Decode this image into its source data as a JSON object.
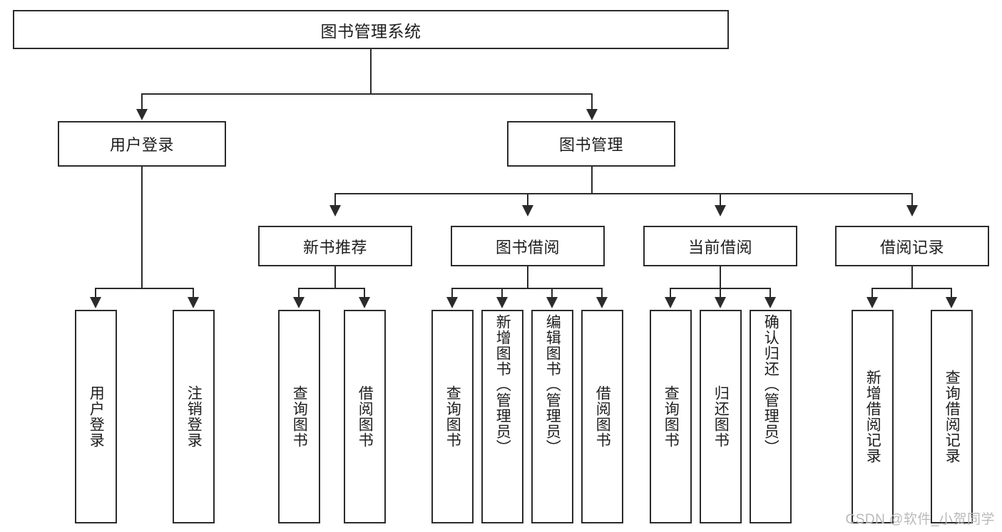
{
  "diagram": {
    "title": "图书管理系统",
    "type": "tree",
    "root": {
      "label": "图书管理系统"
    },
    "level2": [
      {
        "label": "用户登录"
      },
      {
        "label": "图书管理"
      }
    ],
    "level3": [
      {
        "label": "新书推荐"
      },
      {
        "label": "图书借阅"
      },
      {
        "label": "当前借阅"
      },
      {
        "label": "借阅记录"
      }
    ],
    "leaves": {
      "user_login": [
        {
          "label": "用户登录"
        },
        {
          "label": "注销登录"
        }
      ],
      "new_book_recommend": [
        {
          "label": "查询图书"
        },
        {
          "label": "借阅图书"
        }
      ],
      "book_borrow": [
        {
          "label": "查询图书"
        },
        {
          "label": "新增图书（管理员）"
        },
        {
          "label": "编辑图书（管理员）"
        },
        {
          "label": "借阅图书"
        }
      ],
      "current_borrow": [
        {
          "label": "查询图书"
        },
        {
          "label": "归还图书"
        },
        {
          "label": "确认归还（管理员）"
        }
      ],
      "borrow_records": [
        {
          "label": "新增借阅记录"
        },
        {
          "label": "查询借阅记录"
        }
      ]
    }
  },
  "watermark": {
    "text": "CSDN @软件_小贺同学"
  },
  "colors": {
    "stroke": "#2b2b2b",
    "background": "#ffffff",
    "text": "#1d1d1d",
    "watermark": "#b9b9b9"
  }
}
